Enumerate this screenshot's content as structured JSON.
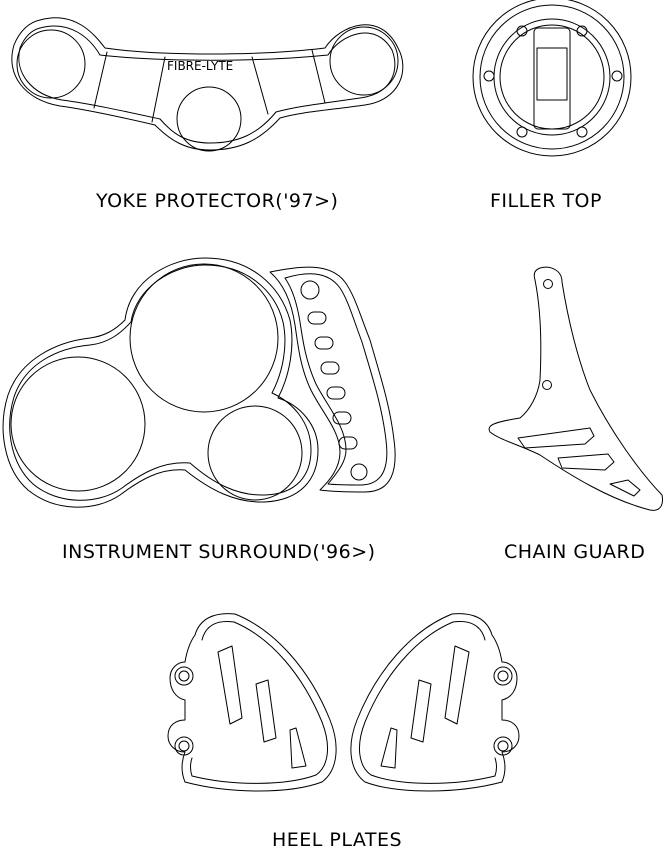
{
  "labels": {
    "yoke_protector": "YOKE PROTECTOR('97>)",
    "filler_top": "FILLER TOP",
    "instrument_surround": "INSTRUMENT SURROUND('96>)",
    "chain_guard": "CHAIN GUARD",
    "heel_plates": "HEEL PLATES"
  },
  "brand_text": "FIBRE-LYTE",
  "colors": {
    "line": "#000000",
    "background": "#ffffff"
  }
}
